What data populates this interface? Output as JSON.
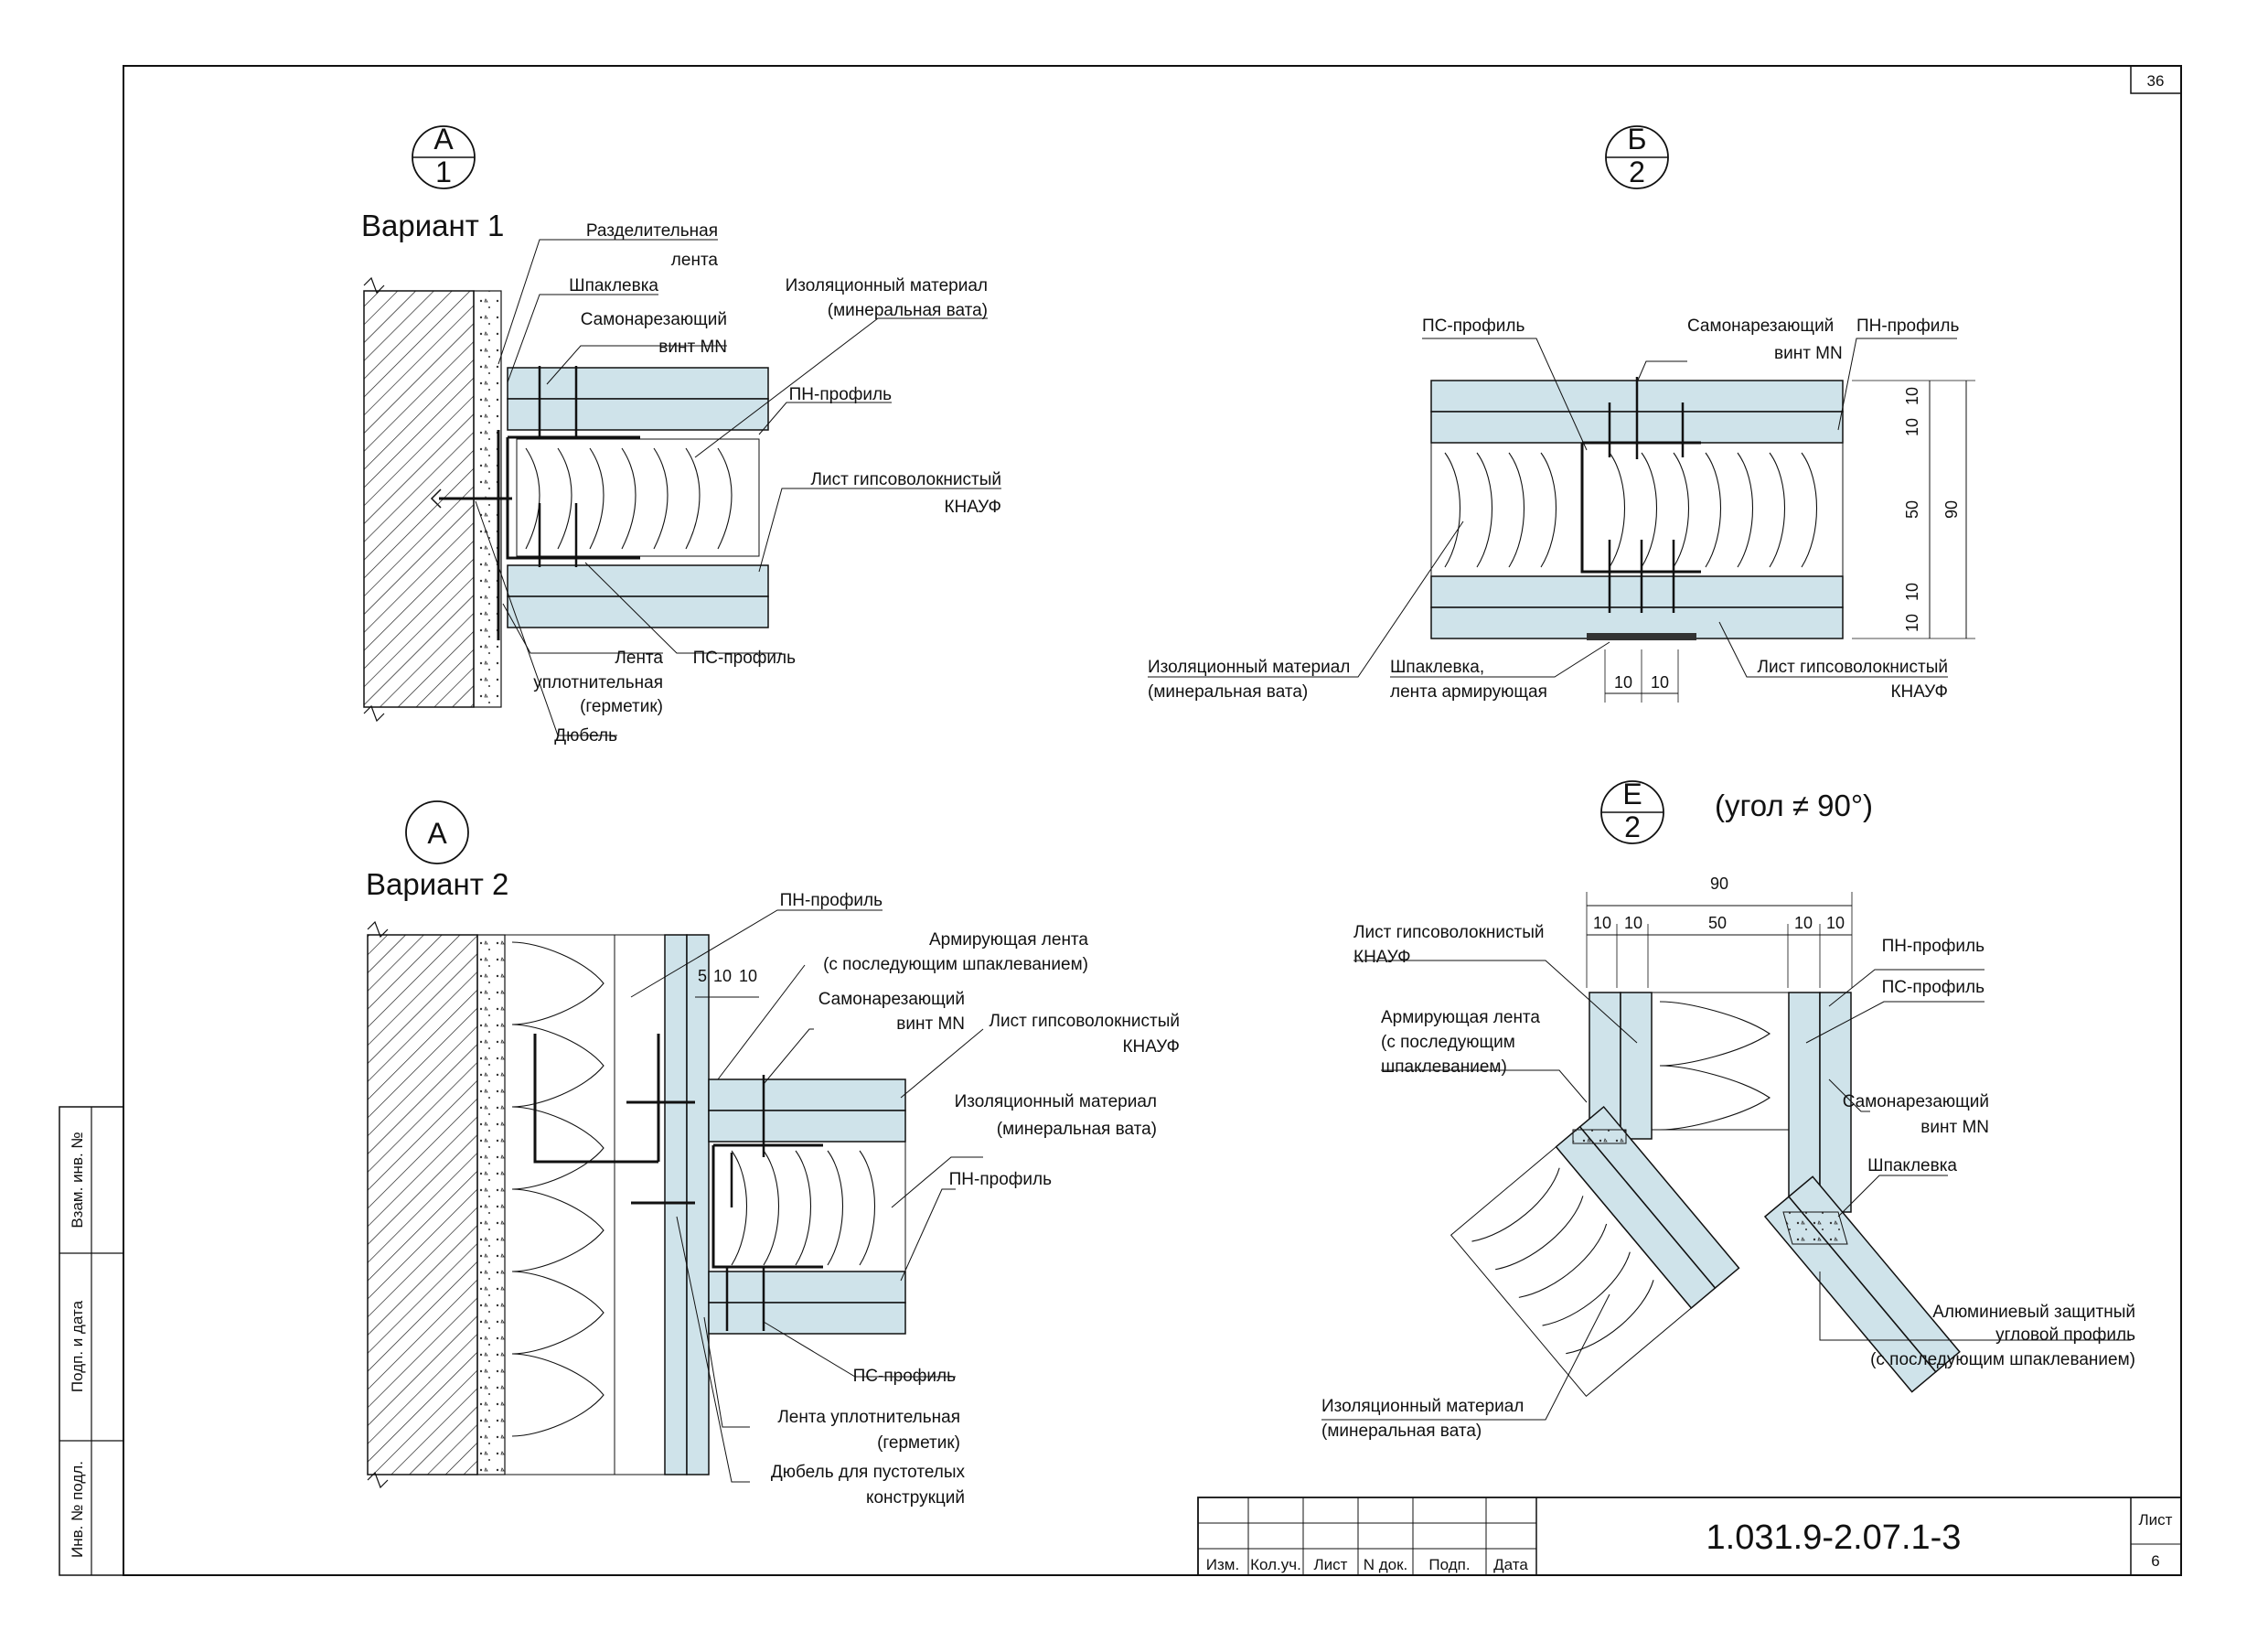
{
  "sheet": {
    "corner_number": "36",
    "code": "1.031.9-2.07.1-3",
    "list_label": "Лист",
    "list_number": "6",
    "stamp_headers": [
      "Изм.",
      "Кол.уч.",
      "Лист",
      "N док.",
      "Подп.",
      "Дата"
    ],
    "side_labels": [
      "Взам. инв. №",
      "Подп. и дата",
      "Инв. № подл."
    ]
  },
  "detail_a1": {
    "mark_top": "А",
    "mark_bottom": "1",
    "variant": "Вариант 1",
    "labels": {
      "tape_1": "Разделительная",
      "tape_2": "лента",
      "putty": "Шпаклевка",
      "screw_1": "Самонарезающий",
      "screw_2": "винт MN",
      "insul_1": "Изоляционный материал",
      "insul_2": "(минеральная вата)",
      "pn": "ПН-профиль",
      "sheet_1": "Лист гипсоволокнистый",
      "sheet_2": "КНАУФ",
      "seal_1": "Лента",
      "seal_2": "уплотнительная",
      "seal_3": "(герметик)",
      "ps": "ПС-профиль",
      "dowel": "Дюбель"
    }
  },
  "detail_b2": {
    "mark_top": "Б",
    "mark_bottom": "2",
    "labels": {
      "ps": "ПС-профиль",
      "screw_1": "Самонарезающий",
      "screw_2": "винт MN",
      "pn": "ПН-профиль",
      "insul_1": "Изоляционный материал",
      "insul_2": "(минеральная вата)",
      "putty_1": "Шпаклевка,",
      "putty_2": "лента армирующая",
      "sheet_1": "Лист гипсоволокнистый",
      "sheet_2": "КНАУФ"
    },
    "dims_v": [
      "10",
      "10",
      "50",
      "10",
      "10"
    ],
    "dim_total": "90",
    "dims_h": [
      "10",
      "10"
    ]
  },
  "detail_a2": {
    "mark_top": "А",
    "variant": "Вариант 2",
    "labels": {
      "pn_top": "ПН-профиль",
      "tape_1": "Армирующая лента",
      "tape_2": "(с последующим шпаклеванием)",
      "screw_1": "Самонарезающий",
      "screw_2": "винт MN",
      "sheet_1": "Лист гипсоволокнистый",
      "sheet_2": "КНАУФ",
      "insul_1": "Изоляционный материал",
      "insul_2": "(минеральная вата)",
      "pn": "ПН-профиль",
      "ps": "ПС-профиль",
      "seal_1": "Лента уплотнительная",
      "seal_2": "(герметик)",
      "dowel_1": "Дюбель для пустотелых",
      "dowel_2": "конструкций"
    },
    "dims": [
      "5",
      "10",
      "10"
    ]
  },
  "detail_e2": {
    "mark_top": "Е",
    "mark_bottom": "2",
    "note": "(угол ≠ 90°)",
    "labels": {
      "sheet_1": "Лист гипсоволокнистый",
      "sheet_2": "КНАУФ",
      "tape_1": "Армирующая лента",
      "tape_2": "(с последующим",
      "tape_3": "шпаклеванием)",
      "pn": "ПН-профиль",
      "ps": "ПС-профиль",
      "screw_1": "Самонарезающий",
      "screw_2": "винт MN",
      "putty": "Шпаклевка",
      "corner_1": "Алюминиевый защитный",
      "corner_2": "угловой профиль",
      "corner_3": "(с последующим шпаклеванием)",
      "insul_1": "Изоляционный материал",
      "insul_2": "(минеральная вата)"
    },
    "dim_total": "90",
    "dims": [
      "10",
      "10",
      "50",
      "10",
      "10"
    ]
  },
  "colors": {
    "board": "#cfe3ea",
    "line": "#111111",
    "concrete": "#ffffff"
  }
}
